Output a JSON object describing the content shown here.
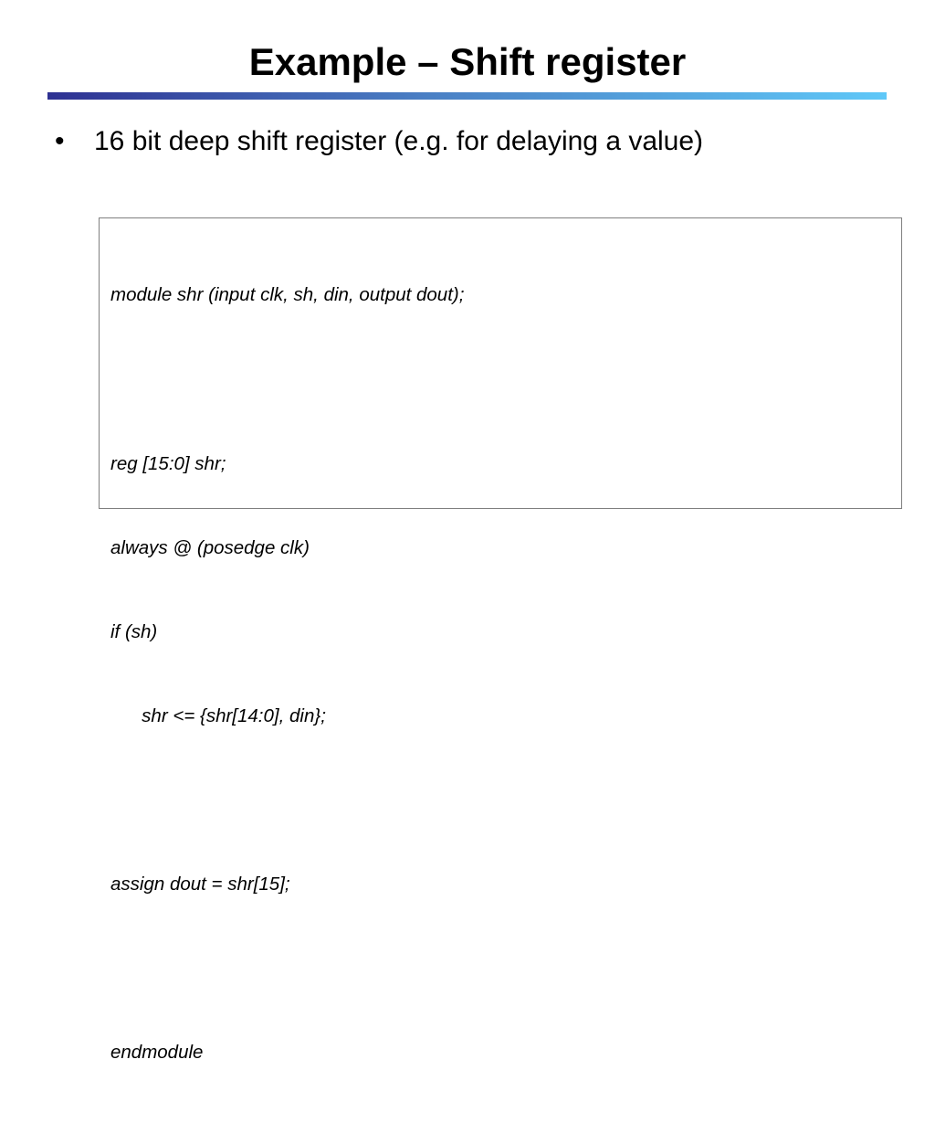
{
  "slide": {
    "title": "Example – Shift register",
    "accent_gradient": [
      "#2e3192",
      "#5fc8f8"
    ],
    "bullets": [
      {
        "marker": "•",
        "text": "16 bit deep shift register (e.g. for delaying a value)"
      }
    ],
    "code_lines": [
      "module shr (input clk, sh, din, output dout);",
      "",
      "reg [15:0] shr;",
      "always @ (posedge clk)",
      "if (sh)",
      "      shr <= {shr[14:0], din};",
      "",
      "assign dout = shr[15];",
      "",
      "endmodule"
    ]
  }
}
